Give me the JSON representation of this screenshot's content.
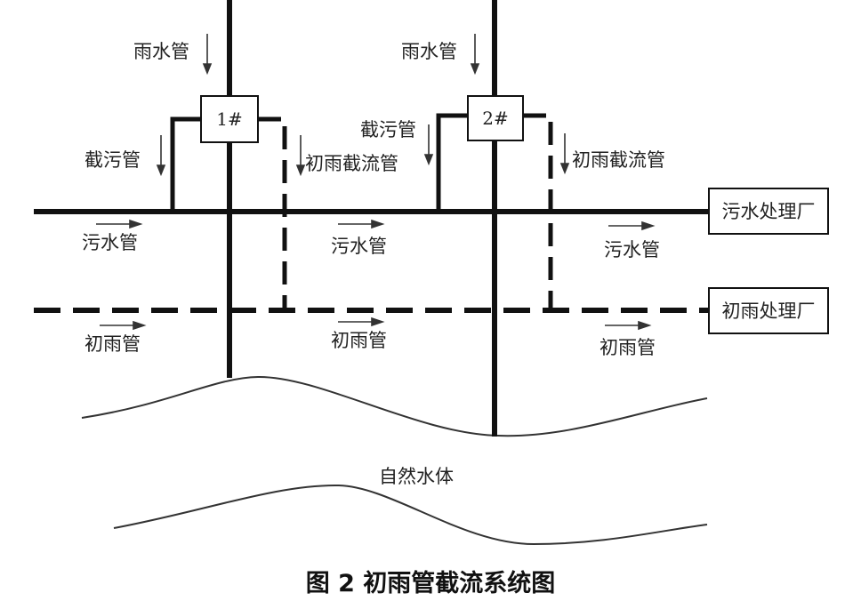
{
  "labels": {
    "rain_pipe": "雨水管",
    "intercept_sewage": "截污管",
    "first_rain_intercept": "初雨截流管",
    "sewage_pipe": "污水管",
    "first_rain_pipe": "初雨管",
    "water_body": "自然水体"
  },
  "wells": {
    "well1": "1#",
    "well2": "2#"
  },
  "plants": {
    "sewage_plant": "污水处理厂",
    "first_rain_plant": "初雨处理厂"
  },
  "caption": "图 2  初雨管截流系统图"
}
